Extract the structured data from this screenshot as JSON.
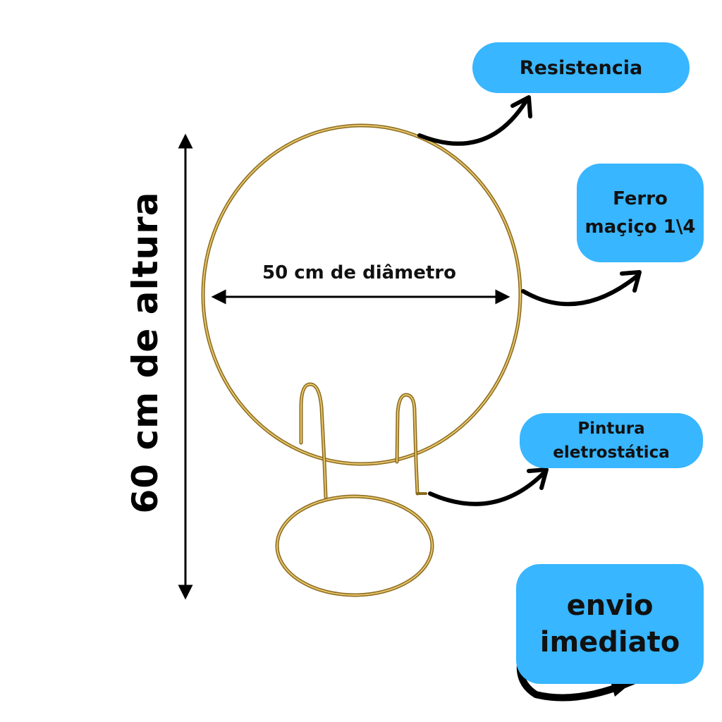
{
  "labels": {
    "height": "60 cm de altura",
    "diameter": "50 cm de diâmetro"
  },
  "badges": {
    "resistencia": "Resistencia",
    "ferro": "Ferro\nmaçiço 1\\4",
    "pintura": "Pintura\neletrostática",
    "envio": "envio\nimediato"
  },
  "colors": {
    "badge_fill": "#38b6ff",
    "ring_gold": "#c9a03c",
    "arrow": "#000000",
    "text": "#111111"
  }
}
